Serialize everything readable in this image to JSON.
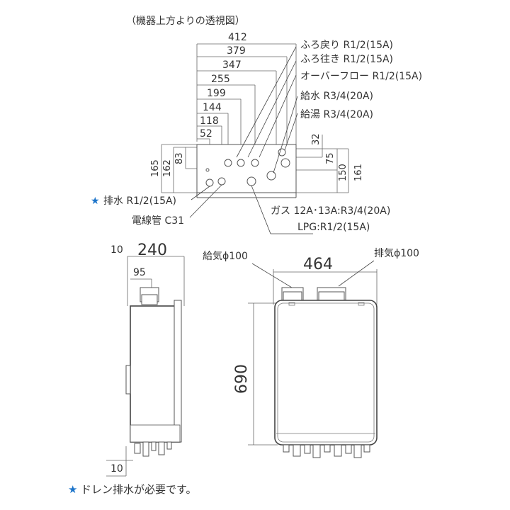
{
  "top_view": {
    "title": "（機器上方よりの透視図）",
    "widths": [
      "412",
      "379",
      "347",
      "255",
      "199",
      "144",
      "118",
      "52"
    ],
    "left_heights": [
      "165",
      "162",
      "83"
    ],
    "right_heights": [
      "32",
      "75",
      "150",
      "161"
    ],
    "callouts": [
      "ふろ戻り R1/2(15A)",
      "ふろ往き R1/2(15A)",
      "オーバーフロー R1/2(15A)",
      "給水 R3/4(20A)",
      "給湯 R3/4(20A)"
    ],
    "drain": {
      "mark": "★",
      "text": "排水 R1/2(15A)"
    },
    "conduit": "電線管 C31",
    "gas_line1": "ガス 12A･13A:R3/4(20A)",
    "gas_line2": "LPG:R1/2(15A)"
  },
  "side_view": {
    "top_offset": "10",
    "depth": "240",
    "duct_offset": "95",
    "bottom_offset": "10"
  },
  "front_view": {
    "width": "464",
    "height": "690",
    "intake": "給気ϕ100",
    "exhaust": "排気ϕ100"
  },
  "footnote": {
    "mark": "★",
    "text": "ドレン排水が必要です。"
  }
}
